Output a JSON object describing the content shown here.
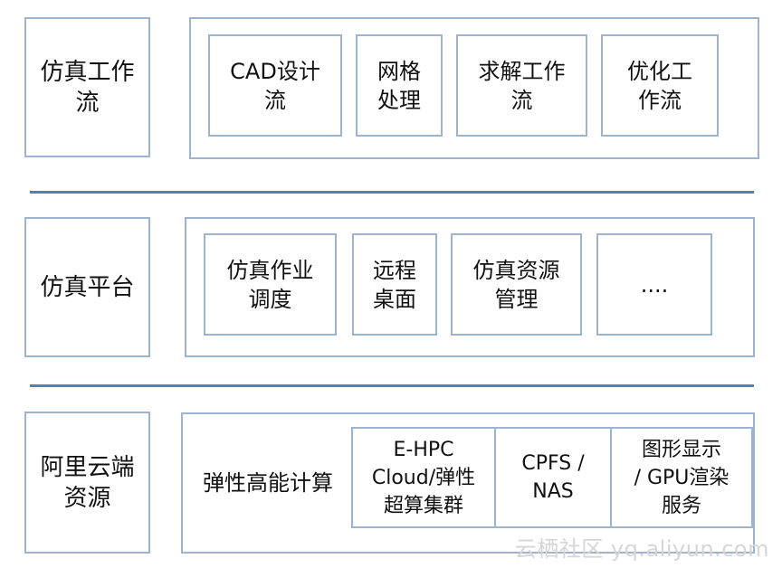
{
  "layers": [
    {
      "label": "仿真工作\n流",
      "items": [
        "CAD设计\n流",
        "网格\n处理",
        "求解工作\n流",
        "优化工\n作流"
      ]
    },
    {
      "label": "仿真平台",
      "items": [
        "仿真作业\n调度",
        "远程\n桌面",
        "仿真资源\n管理",
        "...."
      ]
    },
    {
      "label": "阿里云端\n资源",
      "subtitle": "弹性高能计算",
      "items": [
        "E-HPC\nCloud/弹性\n超算集群",
        "CPFS /\nNAS",
        "图形显示\n/ GPU渲染\n服务"
      ]
    }
  ],
  "watermark": "云栖社区 yq.aliyun.com",
  "colors": {
    "box_border": "#9db3cf",
    "divider": "#4f81bd"
  }
}
